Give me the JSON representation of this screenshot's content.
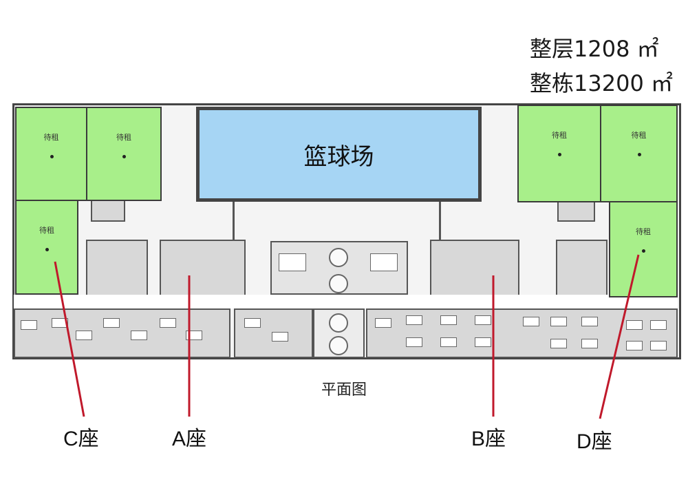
{
  "stats": {
    "floor_area": "整层1208 ㎡",
    "building_area": "整栋13200 ㎡"
  },
  "court_label": "篮球场",
  "rental_label": "待租",
  "plan_label": "平面图",
  "wings": {
    "c": "C座",
    "a": "A座",
    "b": "B座",
    "d": "D座"
  },
  "colors": {
    "rental_fill": "#a8ef8a",
    "court_fill": "#a6d5f4",
    "leader_line": "#c0192b"
  }
}
